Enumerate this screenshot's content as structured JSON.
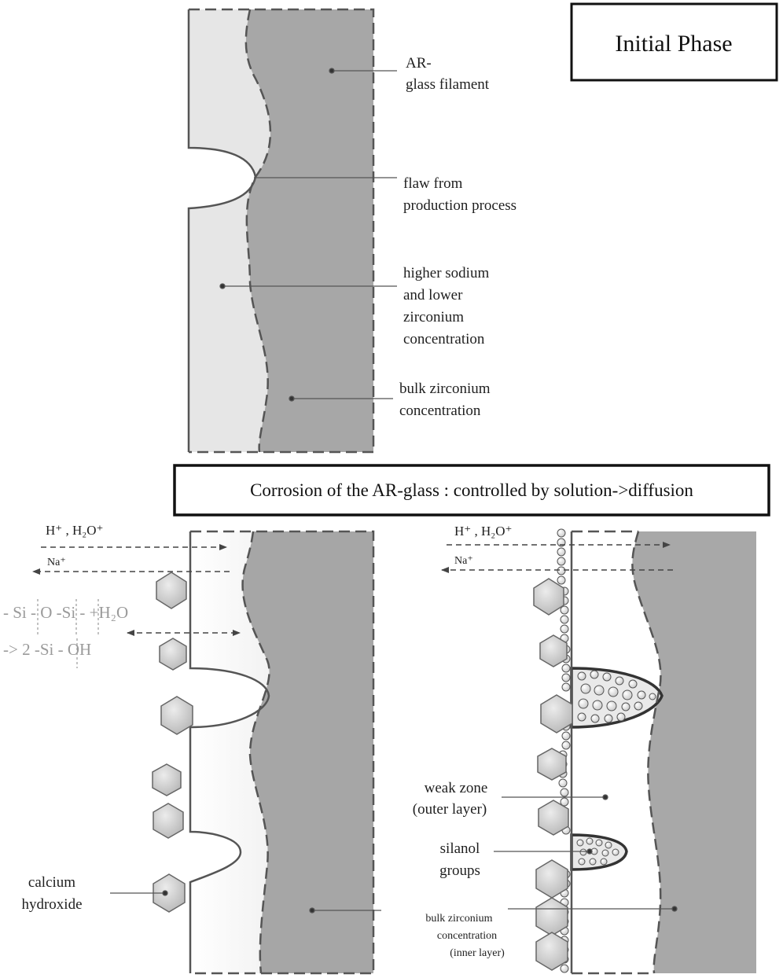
{
  "titles": {
    "initial_phase": "Initial Phase",
    "corrosion": "Corrosion of the AR-glass : controlled by solution->diffusion"
  },
  "top_panel": {
    "ar_glass_line1": "AR-",
    "ar_glass_line2": "glass filament",
    "flaw_line1": "flaw from",
    "flaw_line2": "production process",
    "sodium_line1": "higher sodium",
    "sodium_line2": "and lower",
    "sodium_line3": "zirconium",
    "sodium_line4": "concentration",
    "bulk_line1": "bulk zirconium",
    "bulk_line2": "concentration"
  },
  "left_panel": {
    "ion_h": "H⁺ , H₂O⁺",
    "ion_na": "Na⁺",
    "reaction_line1": "- Si - O -Si - +H₂O",
    "reaction_line2": "-> 2 -Si - OH",
    "calcium_line1": "calcium",
    "calcium_line2": "hydroxide"
  },
  "right_panel": {
    "ion_h": "H⁺ , H₂O⁺",
    "ion_na": "Na⁺",
    "weak_line1": "weak zone",
    "weak_line2": "(outer layer)",
    "silanol_line1": "silanol",
    "silanol_line2": "groups",
    "bulk_line1": "bulk zirconium",
    "bulk_line2": "concentration",
    "bulk_line3": "(inner layer)"
  },
  "colors": {
    "outer_layer": "#e8e8e8",
    "bulk": "#a8a8a8",
    "outline": "#555555",
    "crystal": "#cfcfcf"
  }
}
